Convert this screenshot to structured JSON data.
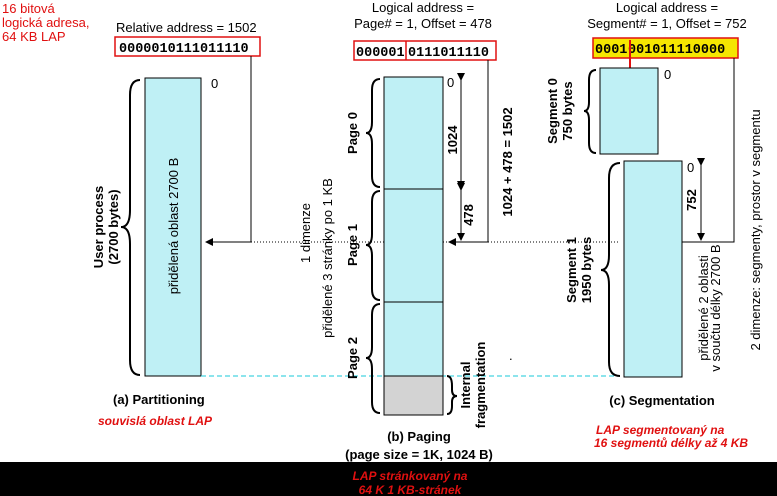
{
  "left_note": [
    "16 bitová",
    "logická adresa,",
    "64 KB LAP"
  ],
  "partitioning": {
    "address_label": "Relative address = 1502",
    "address_bits": "0000010111011110",
    "zero_label": "0",
    "block_label": "přidělená oblast 2700 B",
    "process_label": [
      "User process",
      "(2700 bytes)"
    ],
    "caption": "(a) Partitioning",
    "red_caption": "souvislá oblast LAP"
  },
  "paging": {
    "address_label": [
      "Logical address =",
      "Page# = 1, Offset = 478"
    ],
    "page_bits": "000001",
    "offset_bits": "0111011110",
    "zero_label": "0",
    "page_labels": [
      "Page 0",
      "Page 1",
      "Page 2"
    ],
    "dim_1024": "1024",
    "dim_478": "478",
    "sum_label": "1024 + 478 = 1502",
    "dimension_label": "1 dimenze",
    "pages_note": "přidělené 3 stránky po 1 KB",
    "internal_frag": [
      "Internal",
      "fragmentation"
    ],
    "caption": [
      "(b) Paging",
      "(page size = 1K, 1024 B)"
    ],
    "red_caption": [
      "LAP stránkovaný na",
      "64 K 1 KB-stránek"
    ]
  },
  "segmentation": {
    "address_label": [
      "Logical address =",
      "Segment# = 1, Offset = 752"
    ],
    "seg_bits": "0001",
    "offset_bits": "001011110000",
    "zero_labels": [
      "0",
      "0"
    ],
    "seg0_label": [
      "Segment 0",
      "750 bytes"
    ],
    "seg1_label": [
      "Segment 1",
      "1950 bytes"
    ],
    "dim_752": "752",
    "areas_note": [
      "přidělené 2 oblasti",
      "v součtu délky 2700 B"
    ],
    "dimension_label": "2 dimenze: segmenty, prostor v segmentu",
    "caption": "(c) Segmentation",
    "red_caption": [
      "LAP segmentovaný na",
      "16 segmentů  délky až 4 KB"
    ]
  },
  "colors": {
    "block_fill": "#bff0f5",
    "frag_fill": "#d3d3d3",
    "highlight": "#f5e600",
    "accent_red": "#e01010"
  }
}
